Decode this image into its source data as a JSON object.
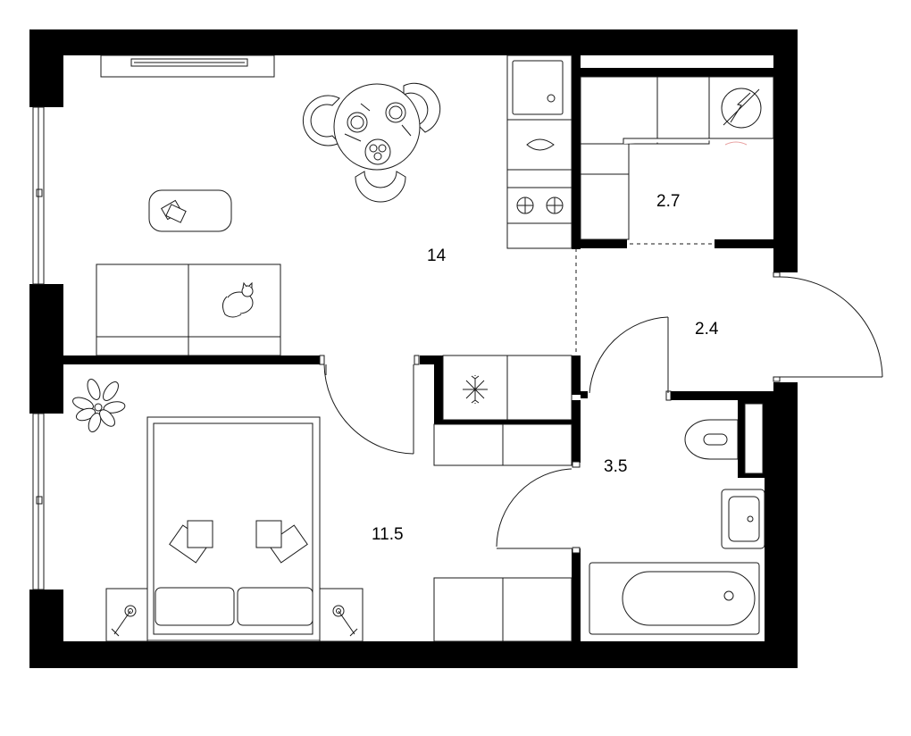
{
  "floor_plan": {
    "rooms": [
      {
        "id": "living-kitchen",
        "area": "14"
      },
      {
        "id": "storage",
        "area": "2.7"
      },
      {
        "id": "hallway",
        "area": "2.4"
      },
      {
        "id": "bathroom",
        "area": "3.5"
      },
      {
        "id": "bedroom",
        "area": "11.5"
      }
    ]
  },
  "colors": {
    "wall": "#000000",
    "line": "#1a1a1a",
    "background": "#ffffff",
    "accent": "#e8a0a0"
  },
  "icons": [
    "sofa-icon",
    "cat-icon",
    "dining-table-icon",
    "coffee-table-icon",
    "books-icon",
    "tv-icon",
    "sink-icon",
    "stove-icon",
    "fridge-icon",
    "electric-panel-icon",
    "toilet-icon",
    "washbasin-icon",
    "bathtub-icon",
    "bed-icon",
    "pillow-icon",
    "nightstand-lamp-icon",
    "plant-icon",
    "window-icon",
    "door-icon"
  ]
}
